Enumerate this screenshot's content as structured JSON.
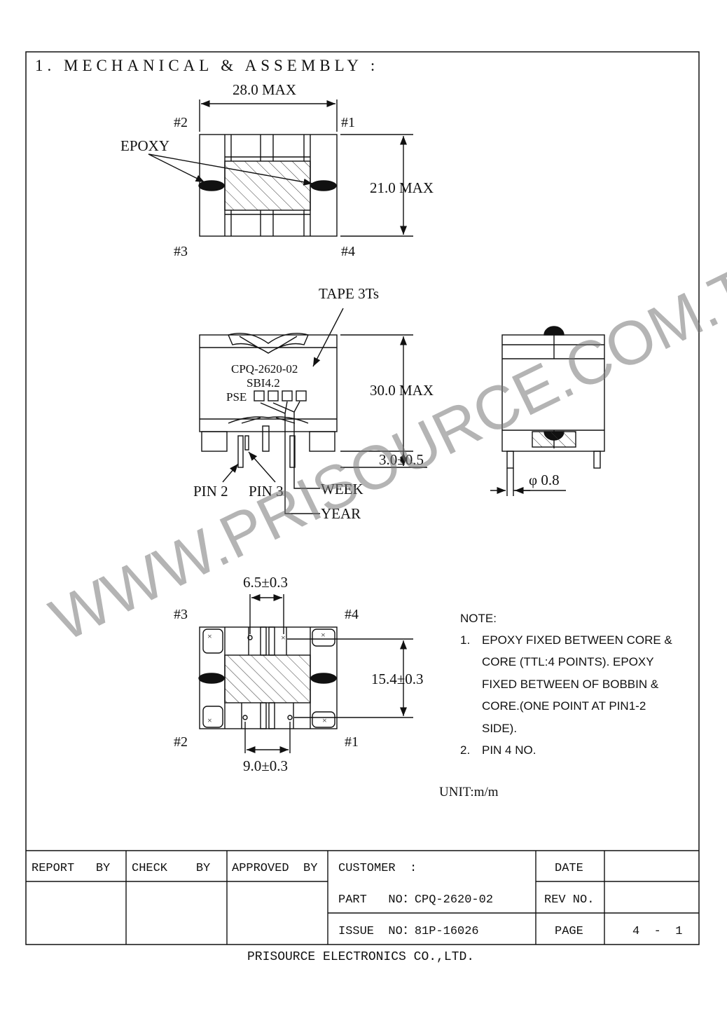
{
  "section_title": "1. MECHANICAL & ASSEMBLY :",
  "watermark": "WWW.PRISOURCE.COM.TW",
  "top_view": {
    "width_dim": "28.0 MAX",
    "height_dim": "21.0 MAX",
    "pin_tl": "#2",
    "pin_tr": "#1",
    "pin_bl": "#3",
    "pin_br": "#4",
    "epoxy_label": "EPOXY"
  },
  "front_view": {
    "tape_label": "TAPE 3Ts",
    "marking_line1": "CPQ-2620-02",
    "marking_line2": "SBI4.2",
    "marking_line3": "PSE",
    "height_dim": "30.0 MAX",
    "pin_len_dim": "3.0±0.5",
    "pin2_label": "PIN 2",
    "pin3_label": "PIN 3",
    "week_label": "WEEK",
    "year_label": "YEAR"
  },
  "side_view": {
    "pin_dia_dim": "φ 0.8"
  },
  "bottom_view": {
    "pitch_top_dim": "6.5±0.3",
    "span_dim": "15.4±0.3",
    "pitch_bottom_dim": "9.0±0.3",
    "pin_tl": "#3",
    "pin_tr": "#4",
    "pin_bl": "#2",
    "pin_br": "#1"
  },
  "notes": {
    "heading": "NOTE:",
    "items": [
      {
        "num": "1.",
        "lines": [
          "EPOXY FIXED BETWEEN CORE &",
          "CORE (TTL:4 POINTS). EPOXY",
          "FIXED BETWEEN OF BOBBIN &",
          "CORE.(ONE POINT AT PIN1-2",
          "SIDE)."
        ]
      },
      {
        "num": "2.",
        "lines": [
          "PIN 4 NO."
        ]
      }
    ]
  },
  "unit": "UNIT:m/m",
  "title_block": {
    "report_by": "REPORT   BY",
    "check_by": "CHECK    BY",
    "approved_by": "APPROVED  BY",
    "customer": "CUSTOMER  :",
    "part_no": "PART   NO：CPQ-2620-02",
    "issue_no": "ISSUE  NO：81P-16026",
    "date_label": "DATE",
    "rev_label": "REV NO.",
    "page_label": "PAGE",
    "page_value": "4  -  1"
  },
  "company": "PRISOURCE ELECTRONICS CO.,LTD."
}
